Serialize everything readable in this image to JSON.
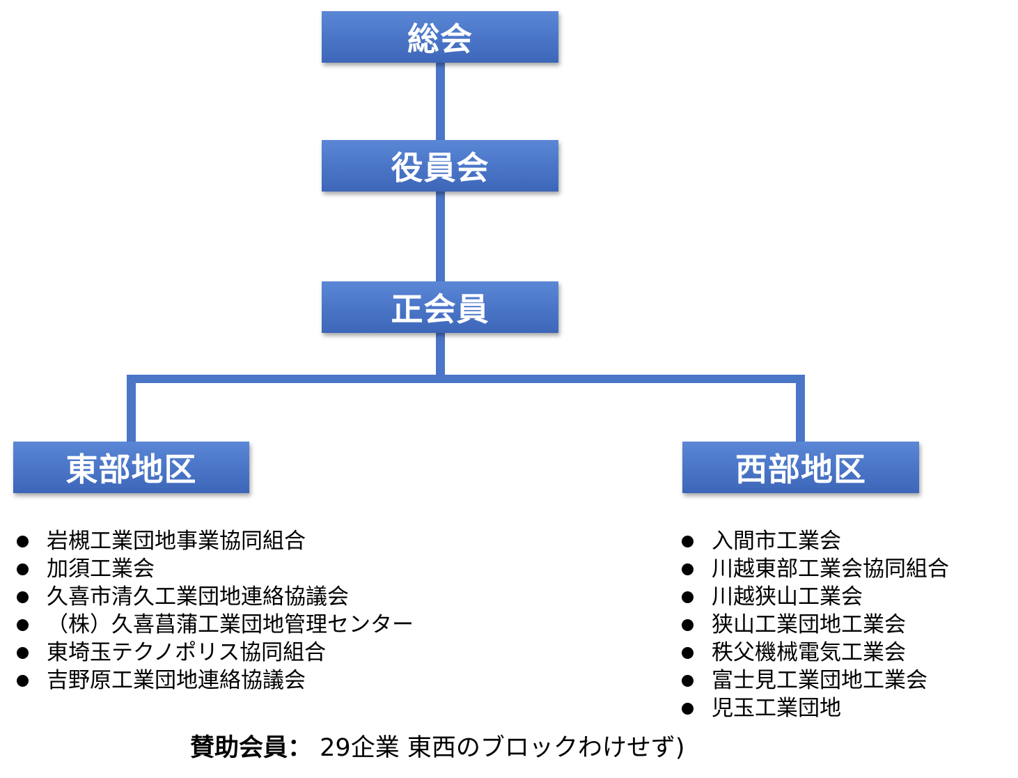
{
  "org": {
    "general_meeting": "総会",
    "board": "役員会",
    "regular_members": "正会員",
    "east_district": "東部地区",
    "west_district": "西部地区"
  },
  "east_members": [
    "岩槻工業団地事業協同組合",
    "加須工業会",
    "久喜市清久工業団地連絡協議会",
    "（株）久喜菖蒲工業団地管理センター",
    "東埼玉テクノポリス協同組合",
    "吉野原工業団地連絡協議会"
  ],
  "west_members": [
    "入間市工業会",
    "川越東部工業会協同組合",
    "川越狭山工業会",
    "狭山工業団地工業会",
    "秩父機械電気工業会",
    "富士見工業団地工業会",
    "児玉工業団地"
  ],
  "supporting": {
    "label": "賛助会員：",
    "value": "29企業 東西のブロックわけせず)"
  },
  "colors": {
    "box": "#4b76c8",
    "connector": "#4b76c8",
    "box_text": "#ffffff"
  }
}
